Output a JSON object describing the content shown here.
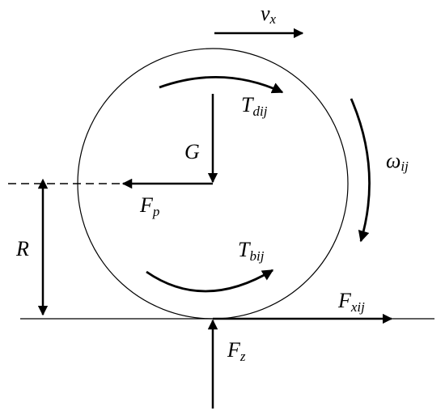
{
  "labels": {
    "vx": {
      "main": "v",
      "sub": "x"
    },
    "tdij": {
      "main": "T",
      "sub": "dij"
    },
    "omega": {
      "main": "ω",
      "sub": "ij"
    },
    "g": {
      "main": "G",
      "sub": ""
    },
    "fp": {
      "main": "F",
      "sub": "p"
    },
    "r": {
      "main": "R",
      "sub": ""
    },
    "tbij": {
      "main": "T",
      "sub": "bij"
    },
    "fxij": {
      "main": "F",
      "sub": "xij"
    },
    "fz": {
      "main": "F",
      "sub": "z"
    }
  }
}
